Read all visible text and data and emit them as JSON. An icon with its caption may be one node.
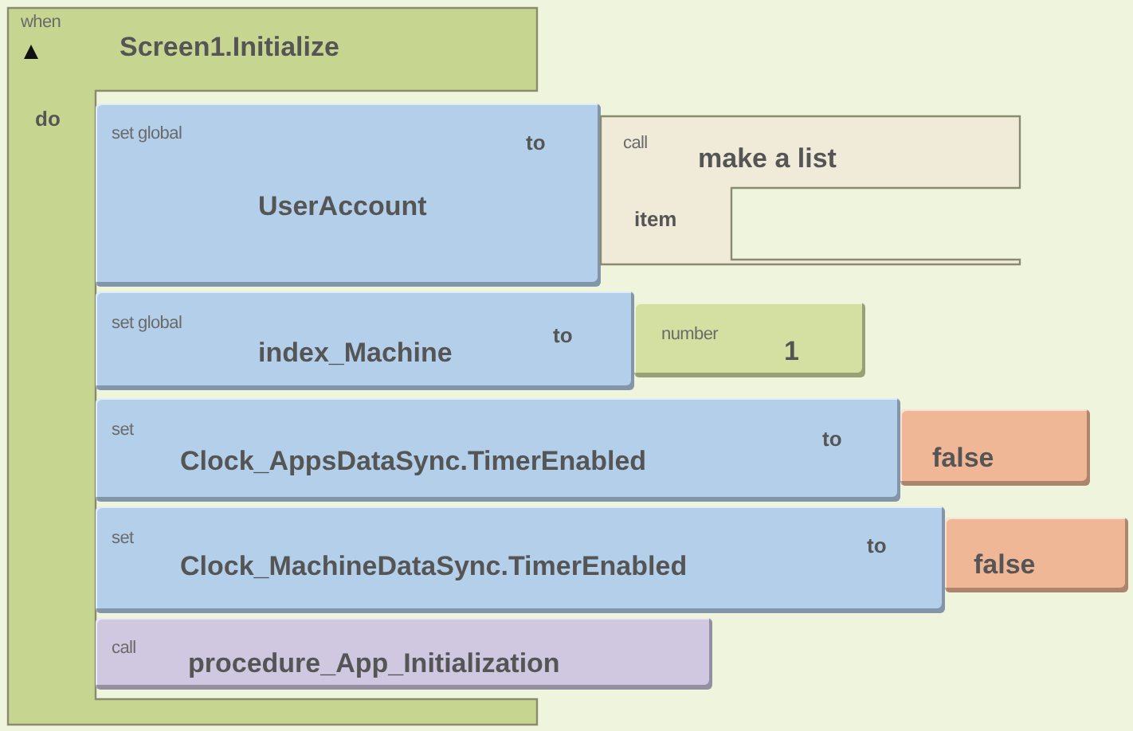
{
  "diagram": {
    "nodes": [
      {
        "text": [
          "when",
          "Screen1.Initialize",
          "do"
        ]
      },
      {
        "text": [
          "set global",
          "UserAccount",
          "to"
        ]
      },
      {
        "text": [
          "call",
          "make a list",
          "item"
        ]
      },
      {
        "text": [
          "set global",
          "index_Machine",
          "to"
        ]
      },
      {
        "text": [
          "number",
          "1"
        ]
      },
      {
        "text": [
          "set",
          "Clock_AppsDataSync.TimerEnabled",
          "to"
        ]
      },
      {
        "text": [
          "false"
        ]
      },
      {
        "text": [
          "set",
          "Clock_MachineDataSync.TimerEnabled",
          "to"
        ]
      },
      {
        "text": [
          "false"
        ]
      },
      {
        "text": [
          "call",
          "procedure_App_Initialization"
        ]
      }
    ]
  }
}
